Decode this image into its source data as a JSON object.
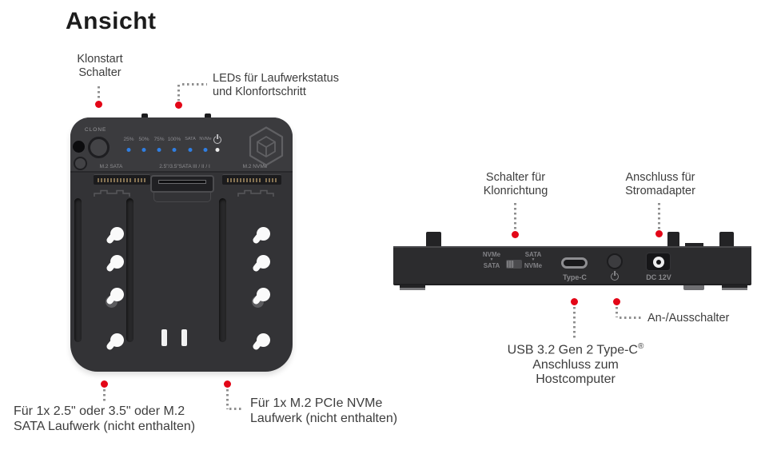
{
  "title": "Ansicht",
  "colors": {
    "accent_red": "#e30617",
    "led_blue": "#2f7ee2",
    "led_power_white": "#ececec",
    "device_body": "#333336",
    "label_text": "#3d3d3d"
  },
  "front_view": {
    "clone_button_label": "CLONE",
    "led_labels": [
      "25%",
      "50%",
      "75%",
      "100%",
      "SATA",
      "NVMe"
    ],
    "bay_labels": {
      "m2_sata": "M.2 SATA",
      "sata_bay": "2.5\"/3.5\"SATA III / II / I",
      "m2_nvme": "M.2 NVMe"
    }
  },
  "back_view": {
    "clone_direction_switch": {
      "left_top": "NVMe",
      "left_bottom": "SATA",
      "right_top": "SATA",
      "right_bottom": "NVMe",
      "arrow": "▼"
    },
    "usb_port_label": "Type-C",
    "dc_jack_label": "DC 12V"
  },
  "annotations": {
    "klonstart": "Klonstart\nSchalter",
    "leds": "LEDs für Laufwerkstatus\nund Klonfortschritt",
    "klonrichtung": "Schalter für\nKlonrichtung",
    "stromadapter": "Anschluss für\nStromadapter",
    "an_ausschalter": "An-/Ausschalter",
    "usb_host": {
      "line1": "USB 3.2 Gen 2 Type-C",
      "sup": "®",
      "line2": "Anschluss zum Hostcomputer"
    },
    "sata_drive_bay": "Für 1x 2.5\" oder 3.5\" oder M.2\nSATA Laufwerk (nicht enthalten)",
    "nvme_drive_bay": "Für 1x M.2 PCIe NVMe\nLaufwerk (nicht enthalten)"
  }
}
